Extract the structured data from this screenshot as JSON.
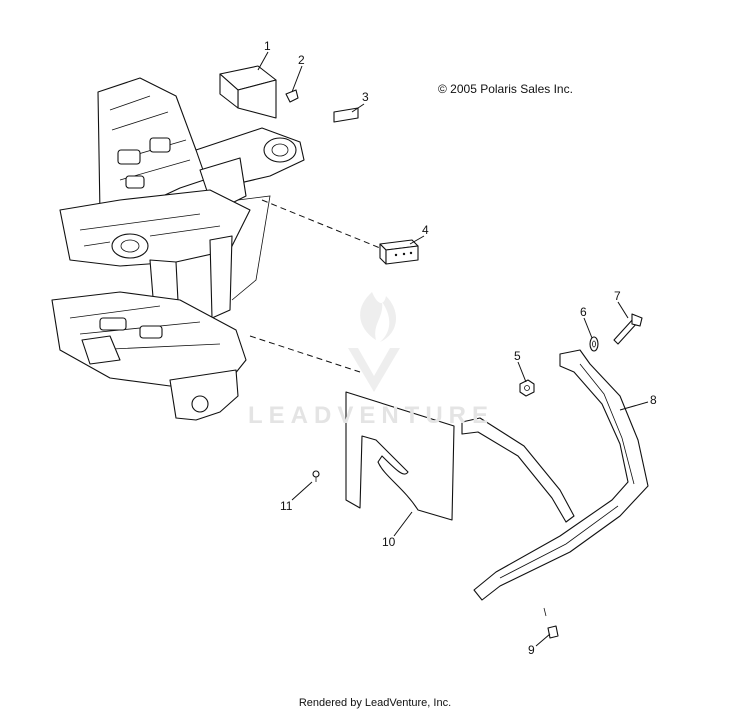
{
  "copyright": "© 2005 Polaris Sales Inc.",
  "footer": "Rendered by LeadVenture, Inc.",
  "watermark": {
    "text": "LEADVENTURE",
    "color": "#e4e4e4"
  },
  "callouts": [
    "1",
    "2",
    "3",
    "4",
    "5",
    "6",
    "7",
    "8",
    "9",
    "10",
    "11"
  ]
}
